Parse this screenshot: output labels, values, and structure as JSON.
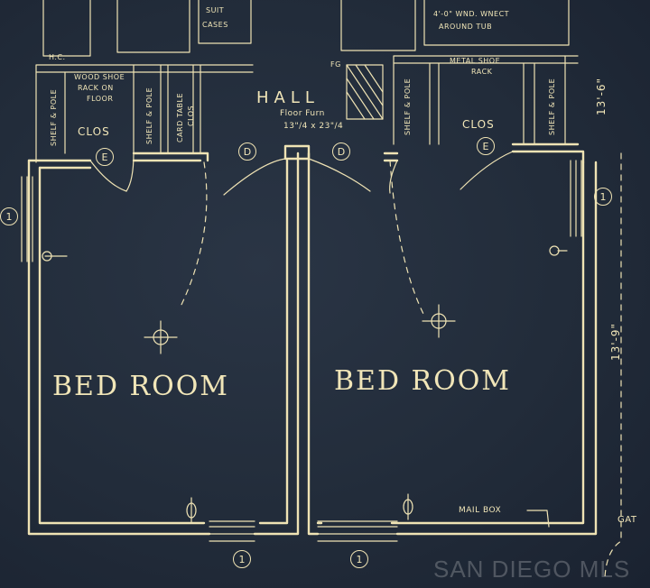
{
  "rooms": {
    "bedroom_left": "BED ROOM",
    "bedroom_right": "BED ROOM",
    "hall": "HALL",
    "hall_floor": "Floor Furn",
    "hall_dims": "13\"/4 x 23\"/4",
    "clos_left": "CLOS",
    "clos_right": "CLOS"
  },
  "notes": {
    "shelf_pole": "SHELF & POLE",
    "wood_shoe": "WOOD SHOE",
    "rack_on": "RACK ON",
    "floor": "FLOOR",
    "card_table": "CARD TABLE",
    "clos_word": "CLOS",
    "suit": "SUIT",
    "cases": "CASES",
    "hc": "H.C.",
    "tub_1": "4'-0\" WND. WNECT",
    "tub_2": "AROUND TUB",
    "metal_shoe": "METAL SHOE",
    "rack": "RACK",
    "fg": "FG",
    "mail_box": "MAIL BOX",
    "gate": "GAT"
  },
  "dimensions": {
    "top_right": "13'-6\"",
    "right_side": "13'-9\""
  },
  "markers": {
    "e": "E",
    "d": "D",
    "one": "1"
  },
  "watermark": "SAN DIEGO MLS",
  "colors": {
    "background": "#222c3a",
    "ink": "#efe3b4"
  }
}
